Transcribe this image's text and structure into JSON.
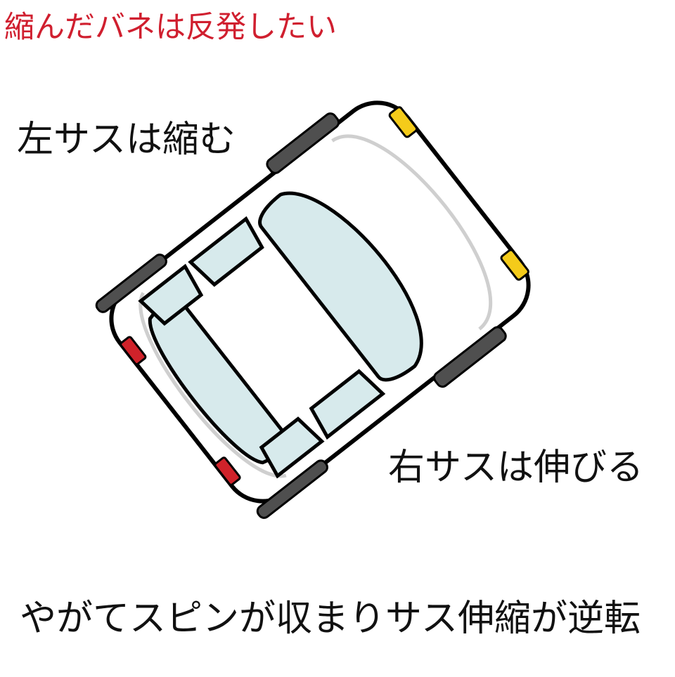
{
  "texts": {
    "top": "縮んだバネは反発したい",
    "left_suspension": "左サスは縮む",
    "right_suspension": "右サスは伸びる",
    "bottom": "やがてスピンが収まりサス伸縮が逆転"
  },
  "colors": {
    "top_text": "#d01f2f",
    "body_text": "#111111",
    "car_body": "#ffffff",
    "car_outline": "#000000",
    "glass": "#d7eaec",
    "bumper": "#4f4f4f",
    "headlight": "#f4cb1a",
    "taillight": "#d0222a",
    "accent_gray": "#cfcfcf"
  },
  "icons": {
    "car": "car-icon"
  }
}
